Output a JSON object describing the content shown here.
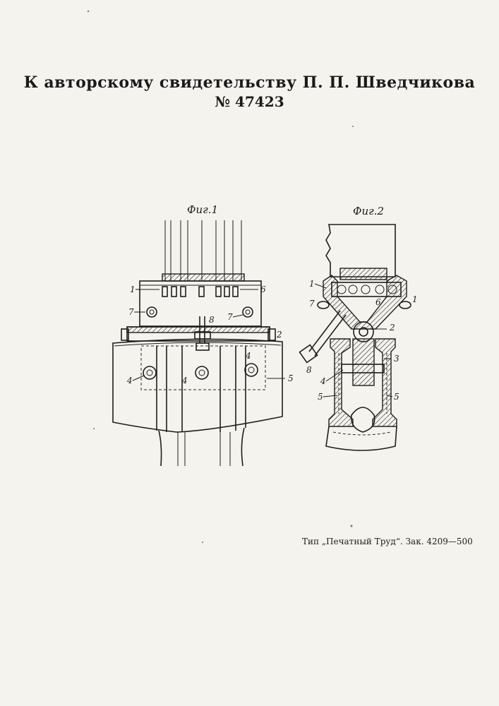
{
  "header": {
    "title": "К авторскому свидетельству П. П. Шведчикова",
    "number": "№ 47423"
  },
  "figures": [
    {
      "label": "Фиг.1",
      "callouts": [
        "1",
        "6",
        "7",
        "7",
        "8",
        "2",
        "4",
        "4",
        "4",
        "5"
      ]
    },
    {
      "label": "Фиг.2",
      "callouts": [
        "1",
        "1",
        "7",
        "6",
        "2",
        "3",
        "8",
        "4",
        "5",
        "5"
      ]
    }
  ],
  "footer": {
    "imprint": "Тип „Печатный Труд“. Зак. 4209—500"
  }
}
